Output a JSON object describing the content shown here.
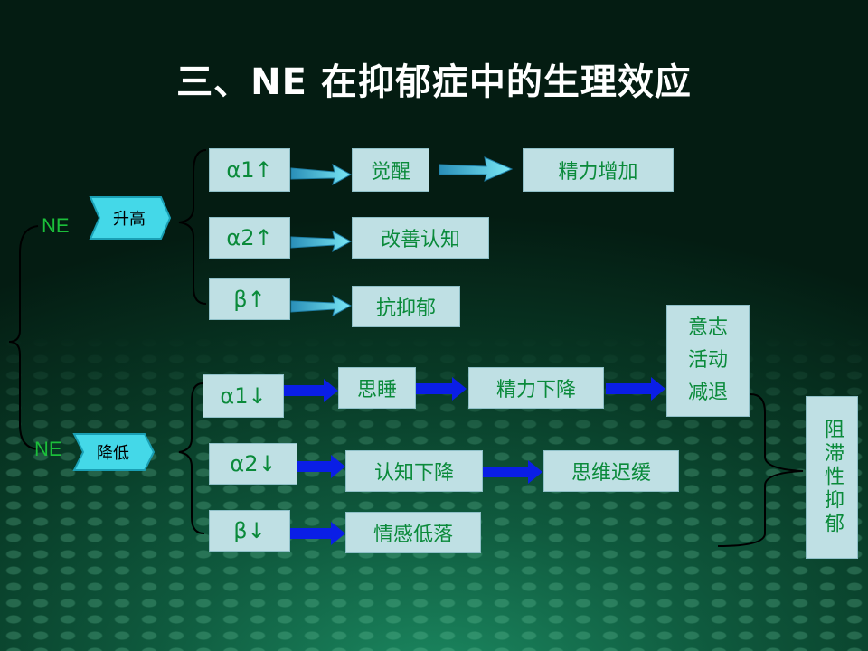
{
  "title": "三、NE 在抑郁症中的生理效应",
  "ne_up": {
    "ne": "NE",
    "tag": "升高"
  },
  "ne_down": {
    "ne": "NE",
    "tag": "降低"
  },
  "up": {
    "a1": "α1↑",
    "a2": "α2↑",
    "b": "β↑",
    "wake": "觉醒",
    "energy_up": "精力增加",
    "cognition": "改善认知",
    "antidep": "抗抑郁"
  },
  "down": {
    "a1": "α1↓",
    "a2": "α2↓",
    "b": "β↓",
    "sleepy": "思睡",
    "energy_down": "精力下降",
    "cog_down": "认知下降",
    "slow_thought": "思维迟缓",
    "low_mood": "情感低落",
    "will": [
      "意志",
      "活动",
      "减退"
    ],
    "retarded": "阻滞性抑郁"
  },
  "colors": {
    "box": "#bfe0e4",
    "text": "#0a8a3a",
    "arrow_blue": "#0a1ee6",
    "arrow_cyan": "#3fd0e8"
  }
}
